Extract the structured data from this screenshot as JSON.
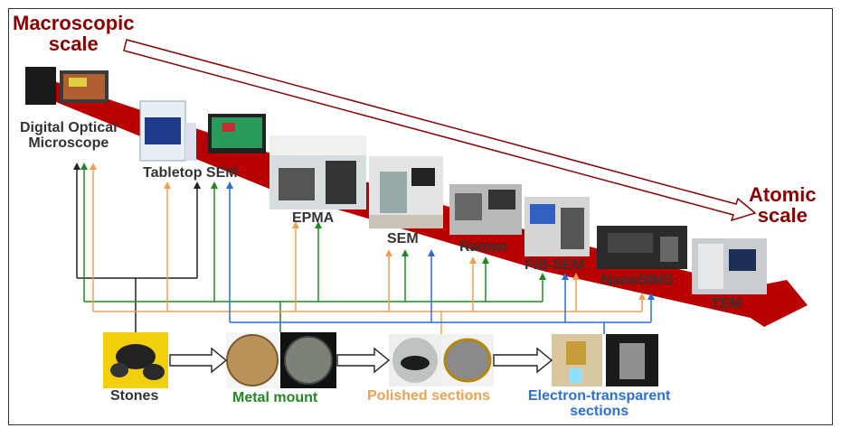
{
  "colors": {
    "scale_red": "#8b0000",
    "stones_black": "#222222",
    "metal_green": "#1f8a1f",
    "polished_orange": "#f0a050",
    "electron_blue": "#2a6fd6",
    "instrument_gray": "#333333"
  },
  "scale": {
    "macro_line1": "Macroscopic",
    "macro_line2": "scale",
    "atomic_line1": "Atomic",
    "atomic_line2": "scale"
  },
  "instruments": {
    "dom_line1": "Digital Optical",
    "dom_line2": "Microscope",
    "tabletop_sem": "Tabletop SEM",
    "epma": "EPMA",
    "sem": "SEM",
    "raman": "Raman",
    "fib_sem": "FIB-SEM",
    "nanosims": "NanoSIMS",
    "tem": "TEM"
  },
  "samples": {
    "stones": "Stones",
    "metal_mount": "Metal mount",
    "polished_sections": "Polished sections",
    "electron_line1": "Electron-transparent",
    "electron_line2": "sections"
  },
  "photos": {
    "dom_icon": "optical-microscope-photo",
    "tabletop_icon": "tabletop-sem-photo",
    "epma_icon": "epma-lab-photo",
    "sem_icon": "sem-lab-photo",
    "raman_icon": "raman-lab-photo",
    "fib_icon": "fib-sem-lab-photo",
    "nanosims_icon": "nanosims-instrument-photo",
    "tem_icon": "tem-room-photo",
    "stones_icon": "stones-photo",
    "mount_icon": "metal-mount-photo",
    "polished_icon": "polished-sections-photo",
    "electron_icon": "electron-transparent-photo"
  }
}
